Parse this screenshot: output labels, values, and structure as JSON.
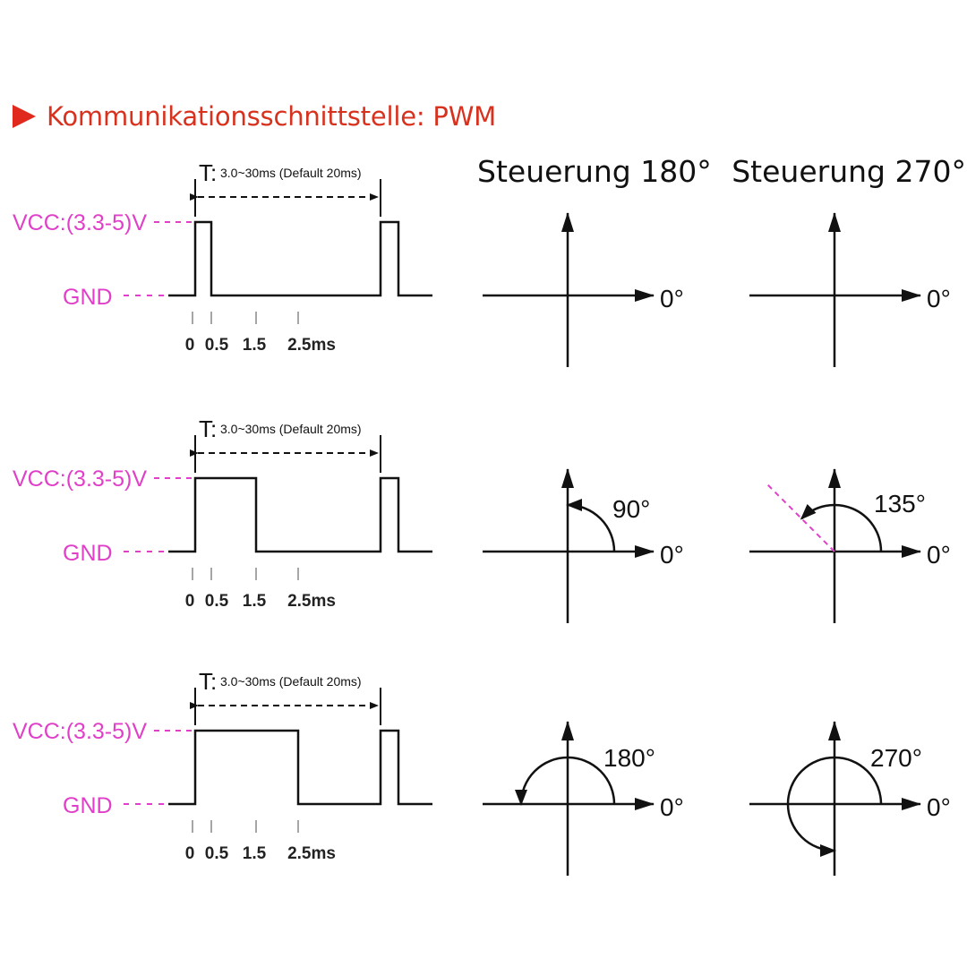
{
  "header": {
    "title": "Kommunikationsschnittstelle: PWM",
    "accent_color": "#e02a1e"
  },
  "columns": {
    "title_180": "Steuerung 180°",
    "title_270": "Steuerung 270°"
  },
  "signal": {
    "vcc_label": "VCC:(3.3-5)V",
    "gnd_label": "GND",
    "period_symbol": "T:",
    "period_text": "3.0~30ms (Default 20ms)",
    "ticks": [
      "0",
      "0.5",
      "1.5",
      "2.5ms"
    ],
    "tick_values_ms": [
      0,
      0.5,
      1.5,
      2.5
    ],
    "label_color": "#e040c8"
  },
  "rows": [
    {
      "pulse_ms": 0.5,
      "angle_180": "0°",
      "angle_270": "0°",
      "zero_label": "0°"
    },
    {
      "pulse_ms": 1.5,
      "angle_180": "90°",
      "angle_270": "135°",
      "zero_label": "0°"
    },
    {
      "pulse_ms": 2.5,
      "angle_180": "180°",
      "angle_270": "270°",
      "zero_label": "0°"
    }
  ]
}
